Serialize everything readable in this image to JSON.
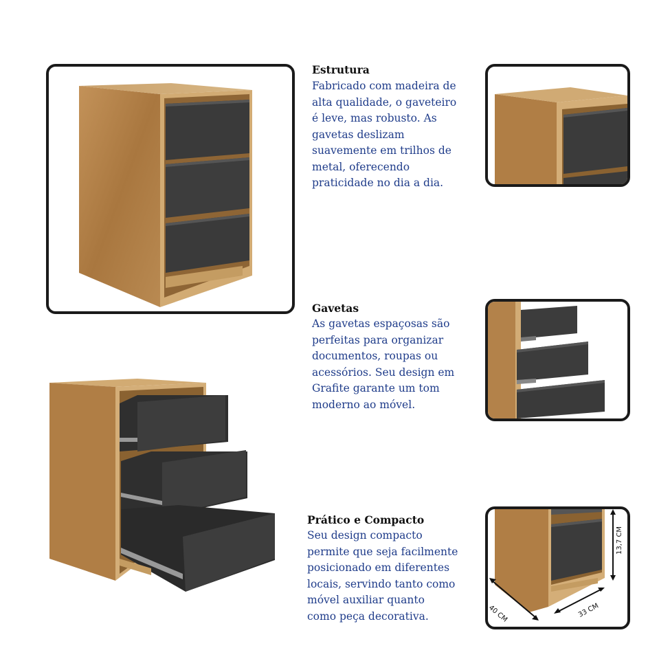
{
  "sections": [
    {
      "title": "Estrutura",
      "text": "Fabricado com madeira de\nalta qualidade, o gaveteiro\né leve, mas robusto. As\ngavetas deslizam\nsuavemente em trilhos de\nmetal, oferecendo\npraticidade no dia a dia."
    },
    {
      "title": "Gavetas",
      "text": "As gavetas espaçosas são\nperfeitas para  organizar\ndocumentos, roupas ou\nacessórios. Seu design em\nGrafite garante um tom\nmoderno ao móvel."
    },
    {
      "title": "Prático e Compacto",
      "text": "Seu design compacto\npermite que seja facilmente\nposicionado em diferentes\nlocais, servindo tanto como\nmóvel auxiliar quanto\ncomo peça decorativa."
    }
  ],
  "dimensions": {
    "height": "13,7 CM",
    "depth": "40 CM",
    "width": "33 CM"
  },
  "colors": {
    "wood": "#b8874f",
    "wood_dark": "#9a6c3a",
    "wood_light": "#d4b17c",
    "graphite": "#3d3d3d",
    "graphite_dark": "#2a2a2a",
    "frame": "#1a1a1a",
    "text_blue": "#1f3c8a"
  }
}
